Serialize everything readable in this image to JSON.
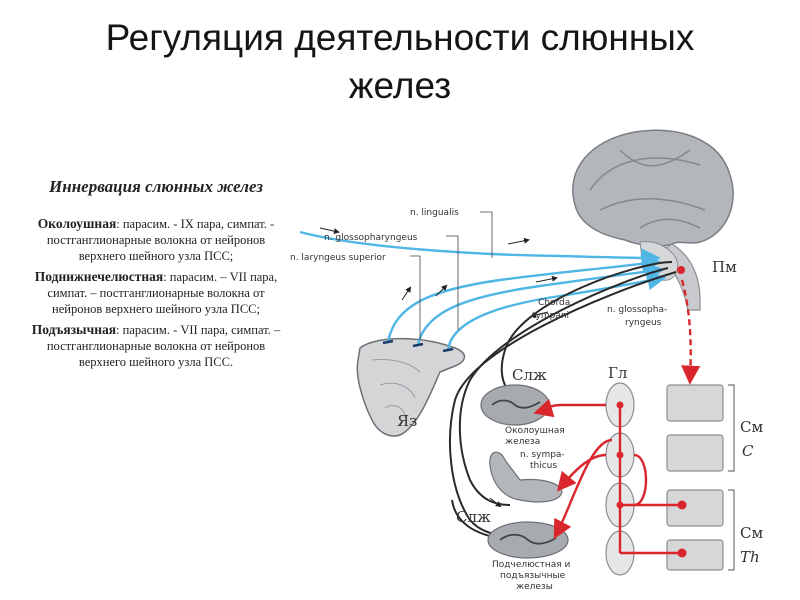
{
  "title": {
    "line1": "Регуляция деятельности слюнных",
    "line2": "желез"
  },
  "subtitle": "Иннервация слюнных желез",
  "glands": [
    {
      "name": "Околоушная",
      "text": ": парасим. - IX пара, симпат. - постганглионарные волокна от нейронов верхнего шейного узла ПСС;"
    },
    {
      "name": "Поднижнечелюстная",
      "text": ": парасим. – VII пара, симпат. – постганглионарные волокна от нейронов верхнего шейного узла ПСС;"
    },
    {
      "name": "Подъязычная",
      "text": ": парасим. - VII пара, симпат. – постганглионарные волокна от нейронов верхнего шейного узла ПСС."
    }
  ],
  "diagram": {
    "labels": {
      "lingualis": "n. lingualis",
      "glosso": "n. glossopharyngeus",
      "laryngeus": "n. laryngeus superior",
      "chorda1": "Chorda",
      "chorda2": "tympani",
      "glosso2a": "n. glossopha-",
      "glosso2b": "ryngeus",
      "pm": "Пм",
      "yaz": "Яз",
      "slzh1": "Слж",
      "slzh2": "Слж",
      "gl": "Гл",
      "parotid1": "Околоушная",
      "parotid2": "железа",
      "sympa1": "n. sympa-",
      "sympa2": "thicus",
      "sm1": "См",
      "c": "C",
      "sm2": "См",
      "th": "Th",
      "sub1": "Подчелюстная и",
      "sub2": "подъязычные",
      "sub3": "железы"
    },
    "colors": {
      "afferent": "#4fb6e6",
      "efferent": "#2a2a2a",
      "sympathetic": "#d9262c",
      "brain": "#a9acb2"
    }
  }
}
